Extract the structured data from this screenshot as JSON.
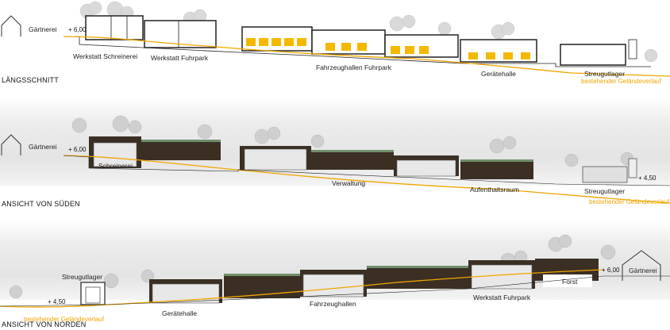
{
  "colors": {
    "ground_line": "#f0a500",
    "building_dark": "#3b2f24",
    "roof_green": "#6f8f6a",
    "vehicle": "#f5b800"
  },
  "sections": [
    {
      "title": "LÄNGSSCHNITT",
      "labels": {
        "gaertnerei": "Gärtnerei",
        "level": "+ 6,00",
        "schreinerei": "Werkstatt Schreinerei",
        "fuhrpark": "Werkstatt Fuhrpark",
        "fahrzeughallen": "Fahrzeughallen Fuhrpark",
        "geraetehalle": "Gerätehalle",
        "streugutlager": "Streugutlager",
        "gelaende": "bestehender Geländeverlauf"
      }
    },
    {
      "title": "ANSICHT VON SÜDEN",
      "labels": {
        "gaertnerei": "Gärtnerei",
        "level": "+ 6,00",
        "schreinerei": "Schreinerei",
        "verwaltung": "Verwaltung",
        "aufenthaltsraum": "Aufenthaltsraum",
        "level2": "+ 4,50",
        "streugutlager": "Streugutlager",
        "gelaende": "bestehender Geländeverlauf"
      }
    },
    {
      "title": "ANSICHT VON NORDEN",
      "labels": {
        "streugutlager": "Streugutlager",
        "level": "+ 4,50",
        "gelaende": "bestehender Geländeverlauf",
        "geraetehalle": "Gerätehalle",
        "fahrzeughallen": "Fahrzeughallen",
        "fuhrpark": "Werkstatt Fuhrpark",
        "forst": "Forst",
        "level2": "+ 6,00",
        "gaertnerei": "Gärtnerei"
      }
    }
  ]
}
